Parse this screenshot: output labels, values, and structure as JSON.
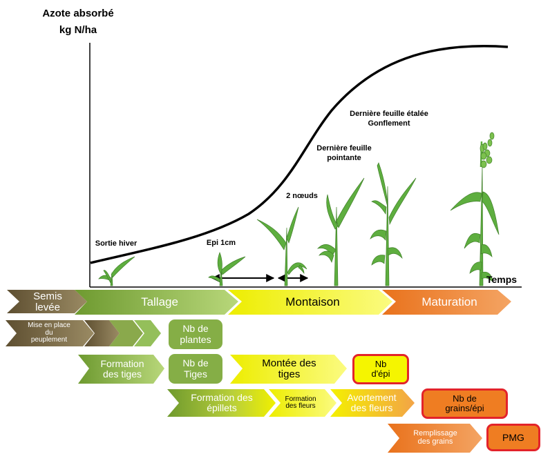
{
  "axes": {
    "ylabel_line1": "Azote absorbé",
    "ylabel_line2": "kg N/ha",
    "xlabel": "Temps"
  },
  "stages": {
    "sortie_hiver": "Sortie hiver",
    "epi_1cm": "Epi 1cm",
    "deux_noeuds": "2 nœuds",
    "derniere_feuille_pointante_1": "Dernière feuille",
    "derniere_feuille_pointante_2": "pointante",
    "derniere_feuille_etalee_1": "Dernière feuille étalée",
    "derniere_feuille_etalee_2": "Gonflement"
  },
  "phases": {
    "semis_1": "Semis",
    "semis_2": "levée",
    "tallage": "Tallage",
    "montaison": "Montaison",
    "maturation": "Maturation"
  },
  "components": {
    "mise_en_place_1": "Mise en place",
    "mise_en_place_2": "du",
    "mise_en_place_3": "peuplement",
    "nb_plantes_1": "Nb de",
    "nb_plantes_2": "plantes",
    "formation_tiges_1": "Formation",
    "formation_tiges_2": "des tiges",
    "nb_tiges_1": "Nb de",
    "nb_tiges_2": "Tiges",
    "montee_tiges_1": "Montée des",
    "montee_tiges_2": "tiges",
    "nb_epi_1": "Nb",
    "nb_epi_2": "d'épi",
    "formation_epillets_1": "Formation des",
    "formation_epillets_2": "épillets",
    "formation_fleurs_1": "Formation",
    "formation_fleurs_2": "des fleurs",
    "avortement_1": "Avortement",
    "avortement_2": "des fleurs",
    "nb_grains_1": "Nb de",
    "nb_grains_2": "grains/épi",
    "remplissage_1": "Remplissage",
    "remplissage_2": "des grains",
    "pmg": "PMG"
  },
  "colors": {
    "brown": "#6b5a3a",
    "green": "#7da83a",
    "yellow": "#f2f200",
    "orange": "#ef7d22",
    "red_border": "#e3232a",
    "plant": "#5eae3f"
  }
}
